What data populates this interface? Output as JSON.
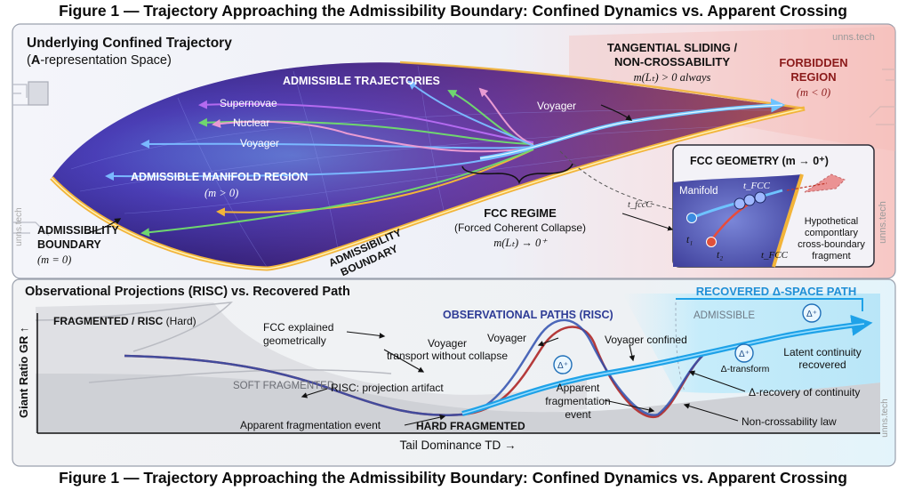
{
  "figure": {
    "title": "Figure 1 — Trajectory Approaching the Admissibility Boundary: Confined Dynamics vs. Apparent Crossing",
    "caption": "Figure 1 — Trajectory Approaching the Admissibility Boundary: Confined Dynamics vs. Apparent Crossing"
  },
  "watermark": {
    "top": "unns.tech",
    "side_right": "unns.tech",
    "side_left": "unns.tech",
    "bottom_right": "unns.tech"
  },
  "colors": {
    "manifold_dark": "#2b1f6b",
    "manifold_mid": "#4a56c8",
    "boundary_gold": "#f2b43a",
    "forbidden": "#f6c9c4",
    "voyager_blue": "#2f8fe8",
    "risc_red": "#c0392b",
    "risc_blue": "#2e4fae",
    "recovered_cyan": "#22a6e6"
  },
  "top_panel": {
    "title_line1": "Underlying Confined Trajectory",
    "title_line2_bold": "A",
    "title_line2_rest": "-representation Space)",
    "title_line2_open": "(",
    "admissible_trajectories": "ADMISSIBLE TRAJECTORIES",
    "supernovae": "Supernovae",
    "nuclear": "Nuclear",
    "voyager_left": "Voyager",
    "voyager_top": "Voyager",
    "manifold_region": "ADMISSIBLE MANIFOLD REGION",
    "manifold_condition": "(m > 0)",
    "admissibility_boundary_line1": "ADMISSIBILITY",
    "admissibility_boundary_line2": "BOUNDARY",
    "admissibility_boundary_condition": "(m = 0)",
    "boundary_diag_line1": "ADMISSIBILITY",
    "boundary_diag_line2": "BOUNDARY",
    "tangential_line1": "TANGENTIAL SLIDING /",
    "tangential_line2": "NON-CROSSABILITY",
    "tangential_condition": "m(Lₜ) > 0 always",
    "forbidden_line1": "FORBIDDEN",
    "forbidden_line2": "REGION",
    "forbidden_condition": "(m < 0)",
    "fcc_regime": "FCC REGIME",
    "fcc_regime_sub": "(Forced Coherent Collapse)",
    "fcc_regime_condition": "m(Lₜ) → 0⁺",
    "t_fcc_label": "t_fccC",
    "inset": {
      "title": "FCC GEOMETRY (m → 0⁺)",
      "manifold": "Manifold",
      "t1": "t₁",
      "t2": "t₂",
      "tfcc_top": "t_FCC",
      "tfcc_bottom": "t_FCC",
      "hypo_line1": "Hypothetical",
      "hypo_line2": "compontlary",
      "hypo_line3": "cross-boundary",
      "hypo_line4": "fragment"
    }
  },
  "bottom_panel": {
    "title": "Observational Projections (RISC) vs. Recovered Path",
    "y_axis": "Giant Ratio GR ↑",
    "x_axis": "Tail Dominance TD →",
    "fragmented_bold": "FRAGMENTED / RISC",
    "fragmented_rest": " (Hard)",
    "fcc_explained_line1": "FCC explained",
    "fcc_explained_line2": "geometrically",
    "soft_fragmented": "SOFT FRAGMENTED",
    "voyager_transport_line1": "Voyager",
    "voyager_transport_line2": "transport without collapse",
    "risc_artifact": "RISC: projection artifact",
    "apparent_event_left": "Apparent fragmentation event",
    "hard_fragmented": "HARD FRAGMENTED",
    "observational_paths": "OBSERVATIONAL PATHS (RISC)",
    "voyager_peak": "Voyager",
    "voyager_confined": "Voyager confined",
    "apparent_event_mid_line1": "Apparent",
    "apparent_event_mid_line2": "fragmentation",
    "apparent_event_mid_line3": "event",
    "recovered_path": "RECOVERED Δ-SPACE PATH",
    "admissible": "ADMISSIBLE",
    "delta_transform": "Δ-transform",
    "latent_line1": "Latent continuity",
    "latent_line2": "recovered",
    "delta_recovery": "Δ-recovery of continuity",
    "non_crossability": "Non-crossability law",
    "delta_glyph": "Δ⁺"
  }
}
